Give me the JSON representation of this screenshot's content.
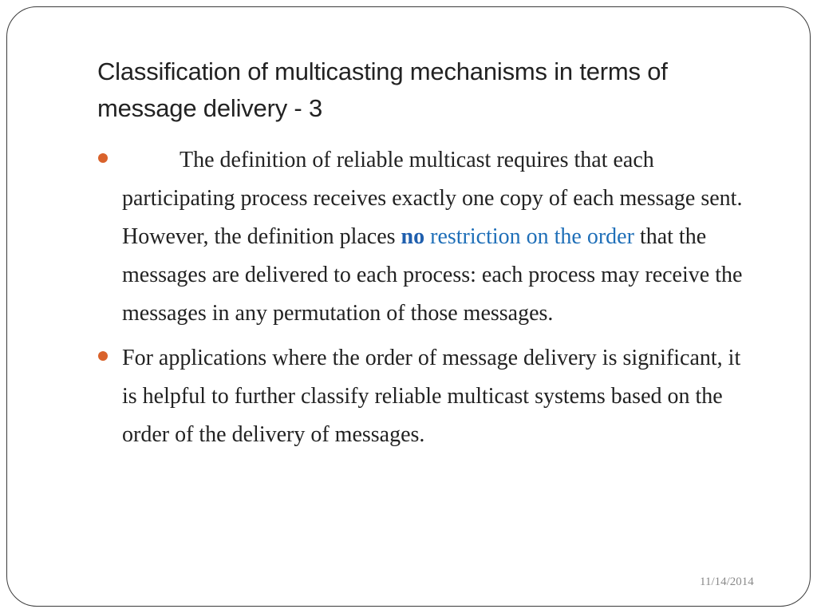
{
  "slide": {
    "title": "Classification of multicasting mechanisms in terms of message delivery - 3",
    "bullets": [
      {
        "text_before": "The definition of reliable multicast requires that each participating process receives exactly one copy of each message sent.  However, the definition places ",
        "highlight_bold": "no",
        "highlight": "restriction on the order",
        "text_after": " that the messages are delivered to each process: each process may receive the messages in any permutation of those messages."
      },
      {
        "text": "For applications where the order of message delivery is significant, it is helpful to further classify reliable multicast systems based on the order of the delivery of messages."
      }
    ],
    "date": "11/14/2014",
    "colors": {
      "bullet": "#d9622b",
      "highlight": "#1f6fb8",
      "text": "#222222",
      "border": "#3b3b3b"
    }
  }
}
